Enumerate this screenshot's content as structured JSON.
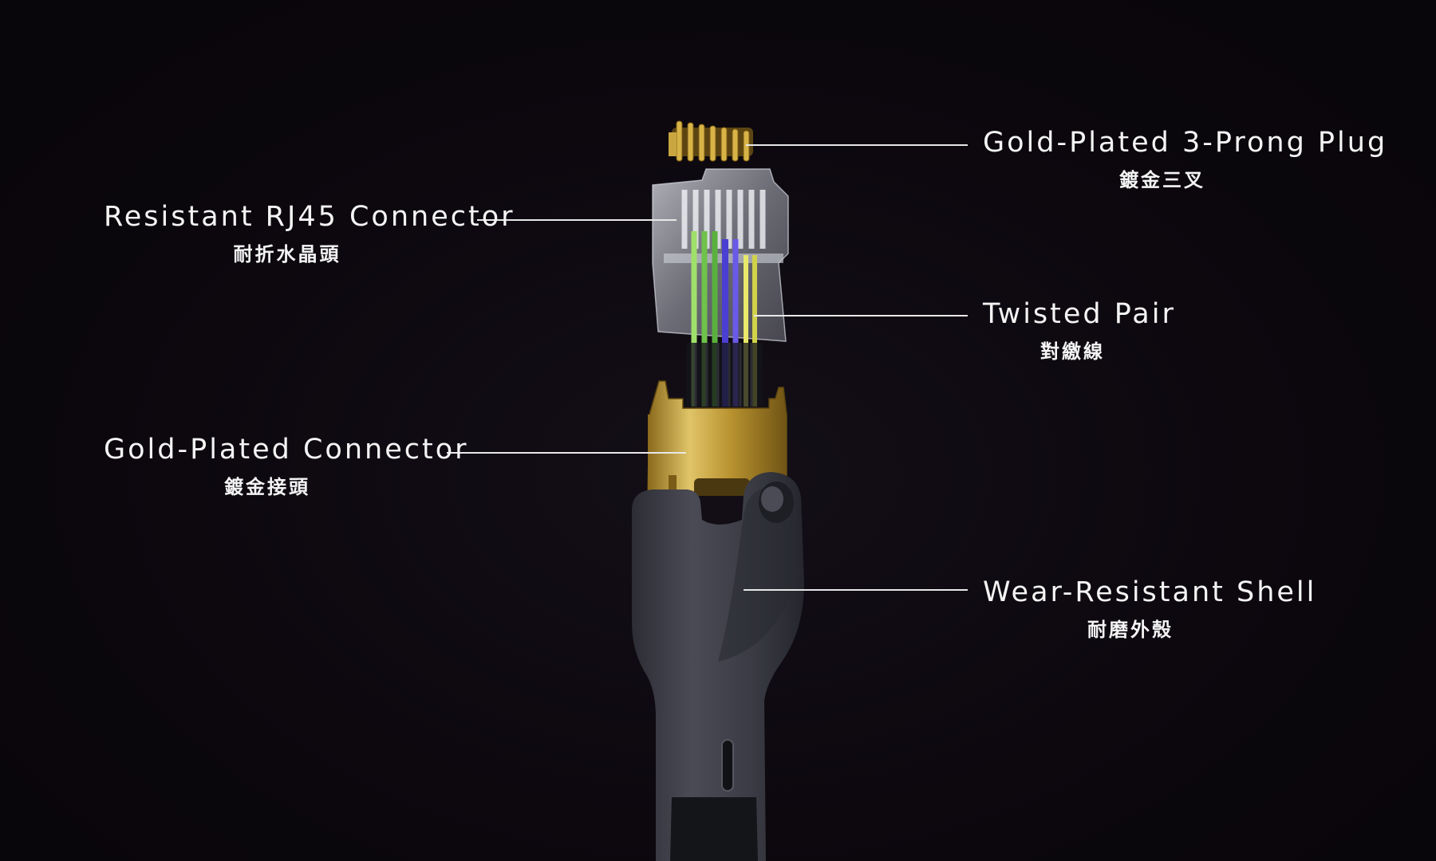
{
  "callouts": {
    "gold_prong": {
      "en": "Gold-Plated 3-Prong Plug",
      "zh": "鍍金三叉"
    },
    "rj45": {
      "en": "Resistant RJ45 Connector",
      "zh": "耐折水晶頭"
    },
    "twisted_pair": {
      "en": "Twisted Pair",
      "zh": "對繳線"
    },
    "gold_connector": {
      "en": "Gold-Plated Connector",
      "zh": "鍍金接頭"
    },
    "shell": {
      "en": "Wear-Resistant Shell",
      "zh": "耐磨外殼"
    }
  },
  "colors": {
    "background": "#0b070d",
    "text": "#f4f4f4",
    "leader_line": "#e8e8e8",
    "gold": "#c9a640",
    "shell": "#3a3b44"
  }
}
